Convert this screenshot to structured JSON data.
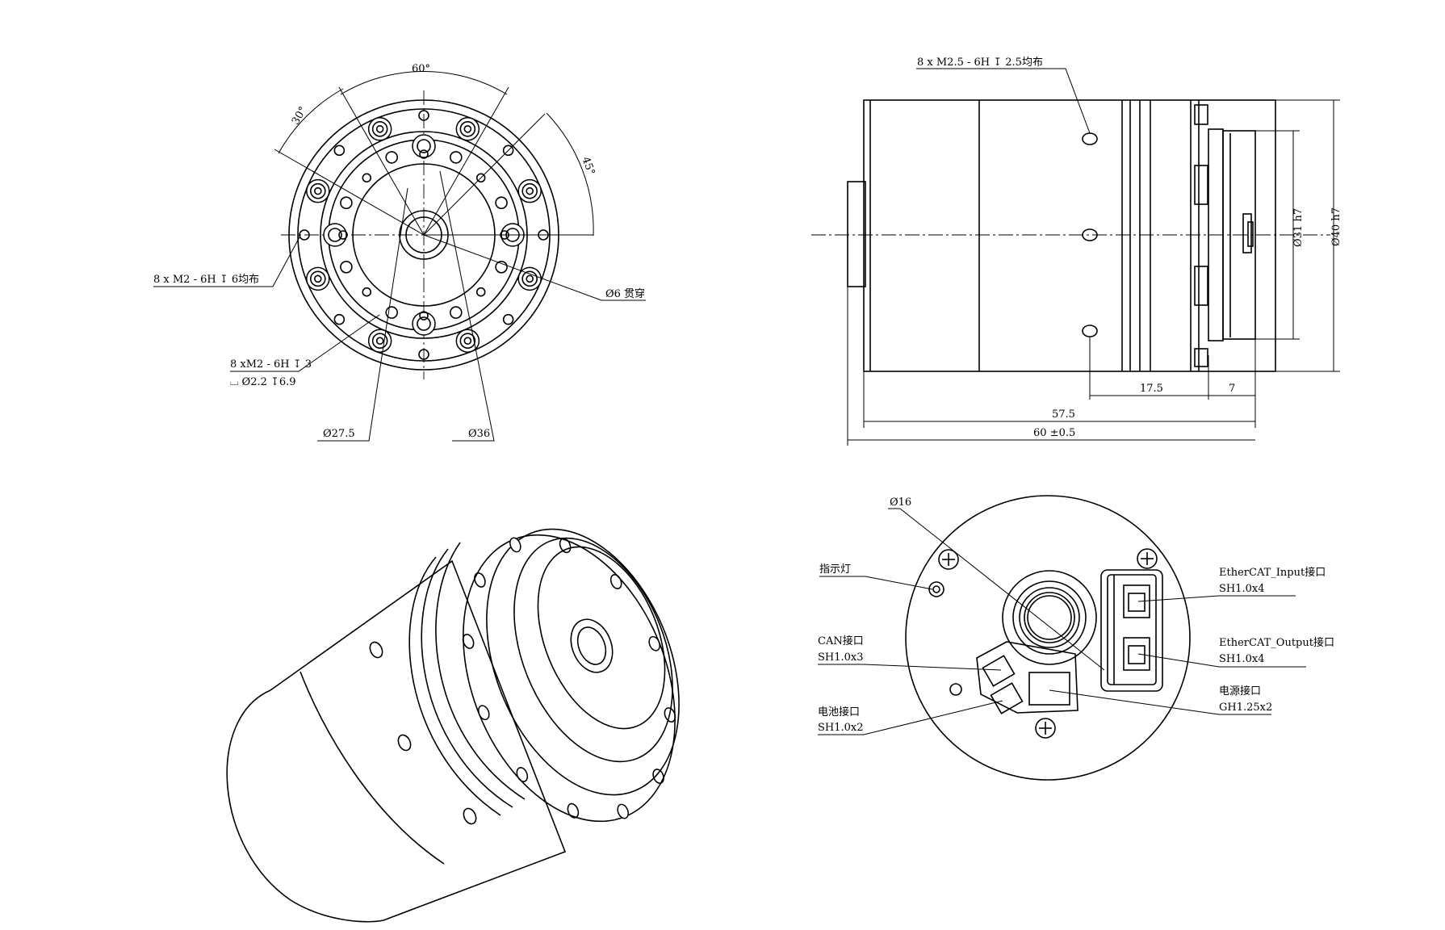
{
  "front_view": {
    "angle_60": "60°",
    "angle_30": "30°",
    "angle_45": "45°",
    "thread_outer": "8 x  M2 - 6H ↧ 6均布",
    "thread_inner_1": "8 xM2 - 6H ↧ 3",
    "thread_inner_2": "⌴ Ø2.2 ↧6.9",
    "bore": "Ø6 贯穿",
    "dia_27_5": "Ø27.5",
    "dia_36": "Ø36"
  },
  "side_view": {
    "thread_label": "8 x  M2.5 - 6H ↧ 2.5均布",
    "dia_31": "Ø31 h7",
    "dia_40": "Ø40 h7",
    "dim_17_5": "17.5",
    "dim_7": "7",
    "dim_57_5": "57.5",
    "dim_60": "60 ±0.5"
  },
  "rear_view": {
    "dia_16": "Ø16",
    "indicator": "指示灯",
    "can_1": "CAN接口",
    "can_2": "SH1.0x3",
    "battery_1": "电池接口",
    "battery_2": "SH1.0x2",
    "ecat_in_1": "EtherCAT_Input接口",
    "ecat_in_2": "SH1.0x4",
    "ecat_out_1": "EtherCAT_Output接口",
    "ecat_out_2": "SH1.0x4",
    "power_1": "电源接口",
    "power_2": "GH1.25x2"
  }
}
